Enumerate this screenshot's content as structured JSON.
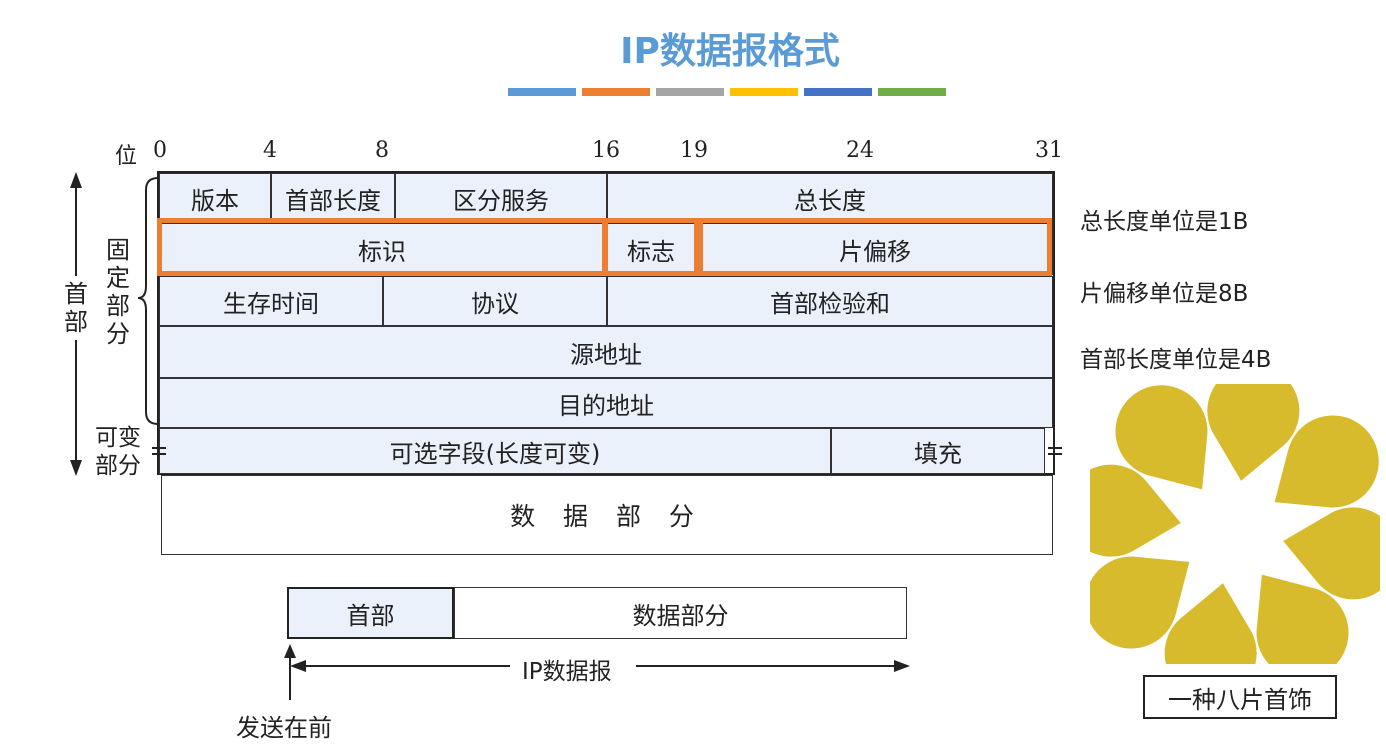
{
  "title": "IP数据报格式",
  "color_bar": [
    "#5b9bd5",
    "#ed7d31",
    "#a5a5a5",
    "#ffc000",
    "#4472c4",
    "#70ad47"
  ],
  "bit_axis": {
    "label": "位",
    "marks": [
      "0",
      "4",
      "8",
      "16",
      "19",
      "24",
      "31"
    ]
  },
  "header_rows": [
    [
      "版本",
      "首部长度",
      "区分服务",
      "总长度"
    ],
    [
      "标识",
      "标志",
      "片偏移"
    ],
    [
      "生存时间",
      "协议",
      "首部检验和"
    ],
    [
      "源地址"
    ],
    [
      "目的地址"
    ],
    [
      "可选字段(长度可变)",
      "填充"
    ]
  ],
  "data_part": "数 据 部 分",
  "side_labels": {
    "header": "首部",
    "fixed_part": "固定部分",
    "variable_part": "可变部分"
  },
  "notes": [
    "总长度单位是1B",
    "片偏移单位是8B",
    "首部长度单位是4B"
  ],
  "bottom": {
    "header_box": "首部",
    "data_box": "数据部分",
    "datagram_label": "IP数据报",
    "send_first": "发送在前"
  },
  "decoration": {
    "caption": "一种八片首饰",
    "petal_color": "#d8bb2c"
  }
}
